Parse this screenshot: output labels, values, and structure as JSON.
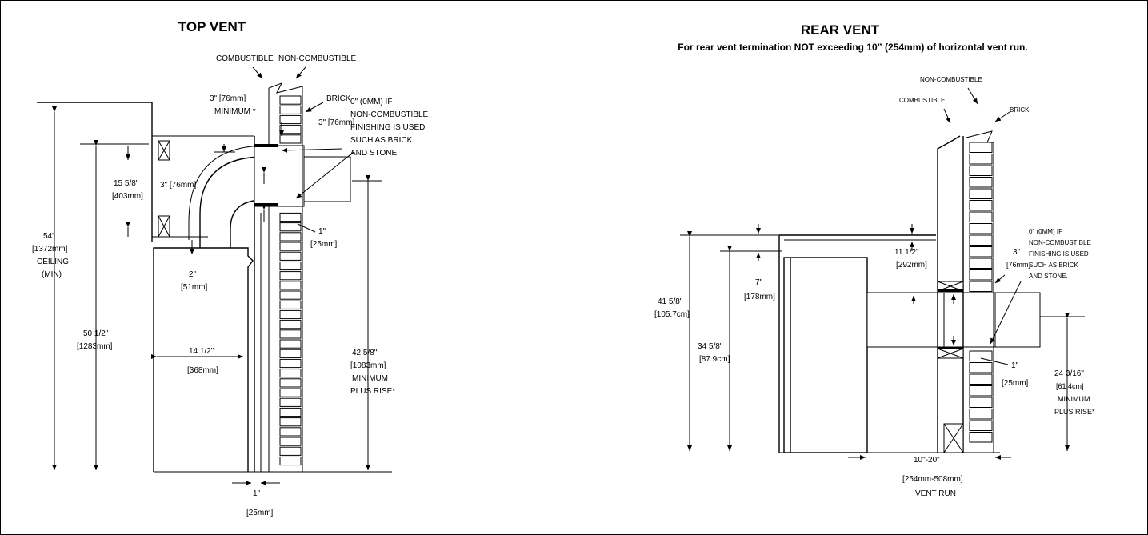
{
  "top_vent": {
    "title": "TOP VENT",
    "labels": {
      "combustible": "COMBUSTIBLE",
      "non_combustible": "NON-COMBUSTIBLE",
      "brick": "BRICK",
      "min_3in_l1": "3\" [76mm]",
      "min_3in_l2": "MINIMUM *",
      "wall_3in": "3\" [76mm]",
      "zero_l1": "0\" (0MM) IF",
      "zero_l2": "NON-COMBUSTIBLE",
      "zero_l3": "FINISHING IS USED",
      "zero_l4": "SUCH AS BRICK",
      "zero_l5": "AND STONE.",
      "dim_15_l1": "15 5/8\"",
      "dim_15_l2": "[403mm]",
      "elbow_3in": "3\" [76mm]",
      "dim_54_l1": "54\"",
      "dim_54_l2": "[1372mm]",
      "dim_54_l3": "CEILING",
      "dim_54_l4": "(MIN)",
      "dim_2_l1": "2\"",
      "dim_2_l2": "[51mm]",
      "dim_1a_l1": "1\"",
      "dim_1a_l2": "[25mm]",
      "dim_50_l1": "50 1/2\"",
      "dim_50_l2": "[1283mm]",
      "dim_14_l1": "14 1/2\"",
      "dim_14_l2": "[368mm]",
      "dim_42_l1": "42 5/8\"",
      "dim_42_l2": "[1083mm]",
      "dim_42_l3": "MINIMUM",
      "dim_42_l4": "PLUS RISE*",
      "dim_1b_l1": "1\"",
      "dim_1b_l2": "[25mm]"
    }
  },
  "rear_vent": {
    "title": "REAR VENT",
    "subtitle": "For rear vent termination NOT exceeding 10” (254mm) of horizontal vent run.",
    "labels": {
      "non_combustible": "NON-COMBUSTIBLE",
      "combustible": "COMBUSTIBLE",
      "brick": "BRICK",
      "zero_l1": "0\" (0MM) IF",
      "zero_l2": "NON-COMBUSTIBLE",
      "zero_l3": "FINISHING IS USED",
      "zero_l4": "SUCH AS BRICK",
      "zero_l5": "AND STONE.",
      "dim_3_l1": "3\"",
      "dim_3_l2": "[76mm]",
      "dim_11_l1": "11 1/2\"",
      "dim_11_l2": "[292mm]",
      "dim_7_l1": "7\"",
      "dim_7_l2": "[178mm]",
      "dim_41_l1": "41 5/8\"",
      "dim_41_l2": "[105.7cm]",
      "dim_34_l1": "34 5/8\"",
      "dim_34_l2": "[87.9cm]",
      "dim_1_l1": "1\"",
      "dim_1_l2": "[25mm]",
      "dim_24_l1": "24 3/16\"",
      "dim_24_l2": "[61.4cm]",
      "dim_24_l3": "MINIMUM",
      "dim_24_l4": "PLUS RISE*",
      "run_l1": "10\"-20\"",
      "run_l2": "[254mm-508mm]",
      "run_l3": "VENT RUN"
    }
  }
}
